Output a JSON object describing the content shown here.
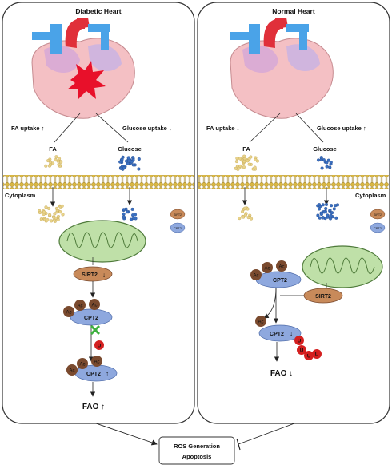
{
  "left": {
    "title": "Diabetic Heart",
    "fa_uptake": "FA uptake",
    "fa_arrow": "↑",
    "glucose_uptake": "Glucose uptake",
    "glucose_arrow": "↓",
    "fa": "FA",
    "glucose": "Glucose",
    "cytoplasm": "Cytoplasm",
    "legend_sirt": "SIRT2",
    "legend_cpt": "CPT2",
    "sirt2": "SIRT2",
    "sirt2_arrow": "↓",
    "cpt2_top": "CPT2",
    "cpt2_bottom": "CPT2",
    "cpt2_bottom_arrow": "↑",
    "ac": "Ac",
    "u": "U",
    "fao": "FAO",
    "fao_arrow": "↑"
  },
  "right": {
    "title": "Normal Heart",
    "fa_uptake": "FA uptake",
    "fa_arrow": "↓",
    "glucose_uptake": "Glucose uptake",
    "glucose_arrow": "↑",
    "fa": "FA",
    "glucose": "Glucose",
    "cytoplasm": "Cytoplasm",
    "legend_sirt": "SIRT2",
    "legend_cpt": "CPT2",
    "sirt2": "SIRT2",
    "cpt2_top": "CPT2",
    "cpt2_bottom": "CPT2",
    "cpt2_bottom_arrow": "↓",
    "ac": "Ac",
    "u": "U",
    "fao": "FAO",
    "fao_arrow": "↓"
  },
  "outcome": {
    "line1": "ROS Generation",
    "line2": "Apoptosis"
  },
  "colors": {
    "fa_dots": "#e8d28a",
    "glucose_dots": "#3a6fc0",
    "mito_fill": "#bfe0a8",
    "sirt_fill": "#c88a5a",
    "cpt_fill": "#8ea8de",
    "ac_fill": "#7a4a2e",
    "u_fill": "#d42020",
    "membrane": "#d6b84a"
  }
}
